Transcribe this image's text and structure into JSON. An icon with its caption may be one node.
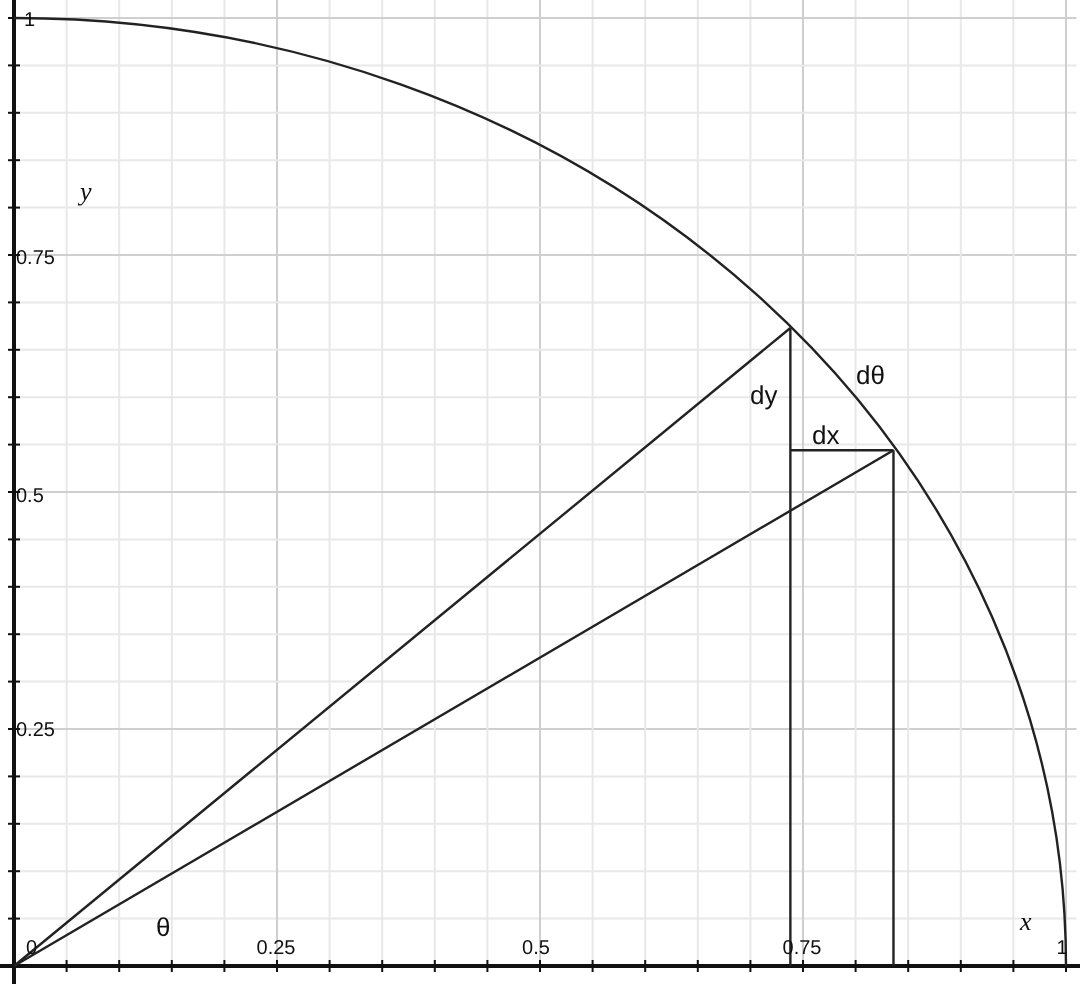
{
  "diagram": {
    "labels": [
      "1",
      "y",
      "0.75",
      "dy",
      "dθ",
      "dx",
      "0.5",
      "0.25",
      "θ",
      "x",
      "0",
      "0.25",
      "0.5",
      "0.75",
      "1"
    ]
  }
}
